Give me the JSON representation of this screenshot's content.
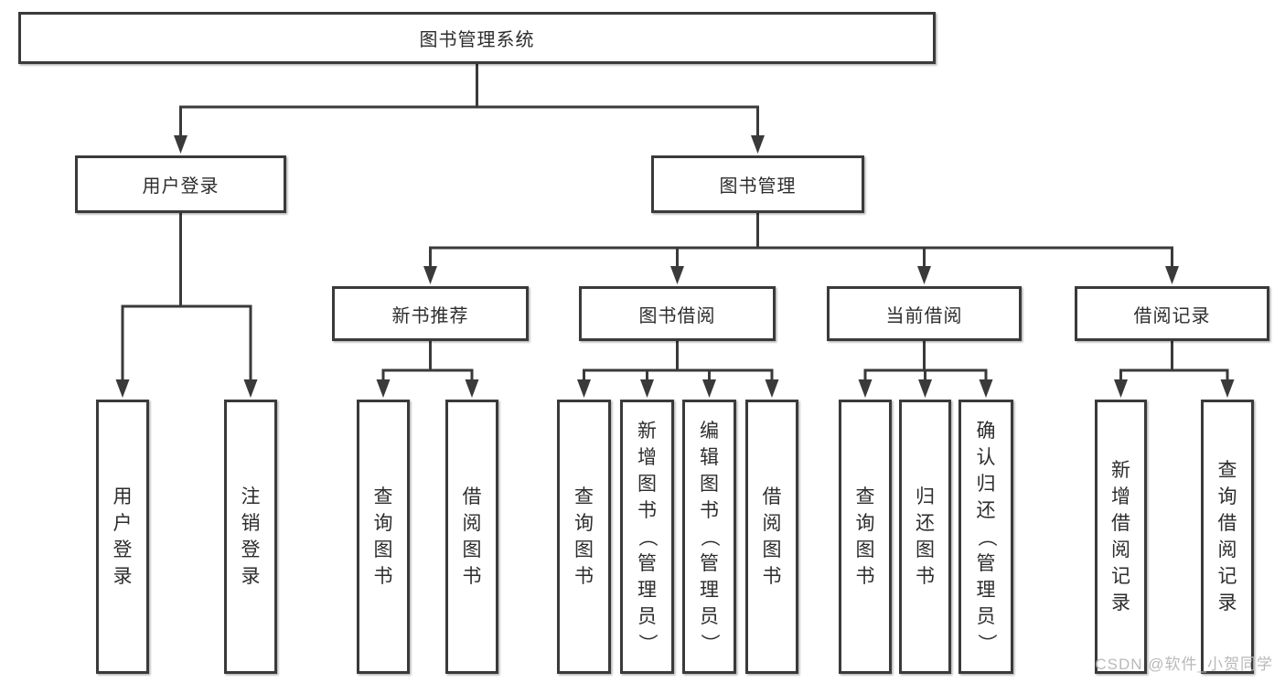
{
  "diagram": {
    "title": "图书管理系统",
    "nodes": [
      {
        "id": "root",
        "label": "图书管理系统"
      },
      {
        "id": "user-login",
        "label": "用户登录"
      },
      {
        "id": "book-mgmt",
        "label": "图书管理"
      },
      {
        "id": "new-book-rec",
        "label": "新书推荐"
      },
      {
        "id": "book-borrow",
        "label": "图书借阅"
      },
      {
        "id": "current-borrow",
        "label": "当前借阅"
      },
      {
        "id": "borrow-records",
        "label": "借阅记录"
      },
      {
        "id": "leaf-user-login",
        "label": "用户登录"
      },
      {
        "id": "leaf-logout",
        "label": "注销登录"
      },
      {
        "id": "leaf-query-book-1",
        "label": "查询图书"
      },
      {
        "id": "leaf-borrow-book-1",
        "label": "借阅图书"
      },
      {
        "id": "leaf-query-book-2",
        "label": "查询图书"
      },
      {
        "id": "leaf-add-book",
        "label": "新增图书（管理员）"
      },
      {
        "id": "leaf-edit-book",
        "label": "编辑图书（管理员）"
      },
      {
        "id": "leaf-borrow-book-2",
        "label": "借阅图书"
      },
      {
        "id": "leaf-query-book-3",
        "label": "查询图书"
      },
      {
        "id": "leaf-return-book",
        "label": "归还图书"
      },
      {
        "id": "leaf-confirm-return",
        "label": "确认归还（管理员）"
      },
      {
        "id": "leaf-add-record",
        "label": "新增借阅记录"
      },
      {
        "id": "leaf-query-record",
        "label": "查询借阅记录"
      }
    ],
    "edges": [
      {
        "from": "root",
        "to": [
          "user-login",
          "book-mgmt"
        ]
      },
      {
        "from": "user-login",
        "to": [
          "leaf-user-login",
          "leaf-logout"
        ]
      },
      {
        "from": "book-mgmt",
        "to": [
          "new-book-rec",
          "book-borrow",
          "current-borrow",
          "borrow-records"
        ]
      },
      {
        "from": "new-book-rec",
        "to": [
          "leaf-query-book-1",
          "leaf-borrow-book-1"
        ]
      },
      {
        "from": "book-borrow",
        "to": [
          "leaf-query-book-2",
          "leaf-add-book",
          "leaf-edit-book",
          "leaf-borrow-book-2"
        ]
      },
      {
        "from": "current-borrow",
        "to": [
          "leaf-query-book-3",
          "leaf-return-book",
          "leaf-confirm-return"
        ]
      },
      {
        "from": "borrow-records",
        "to": [
          "leaf-add-record",
          "leaf-query-record"
        ]
      }
    ]
  },
  "colors": {
    "line": "#3a3a3a",
    "text": "#2d2d2d",
    "watermark": "#b9b9b9",
    "background": "#ffffff"
  },
  "watermark": {
    "text": "CSDN @软件_小贺同学"
  }
}
